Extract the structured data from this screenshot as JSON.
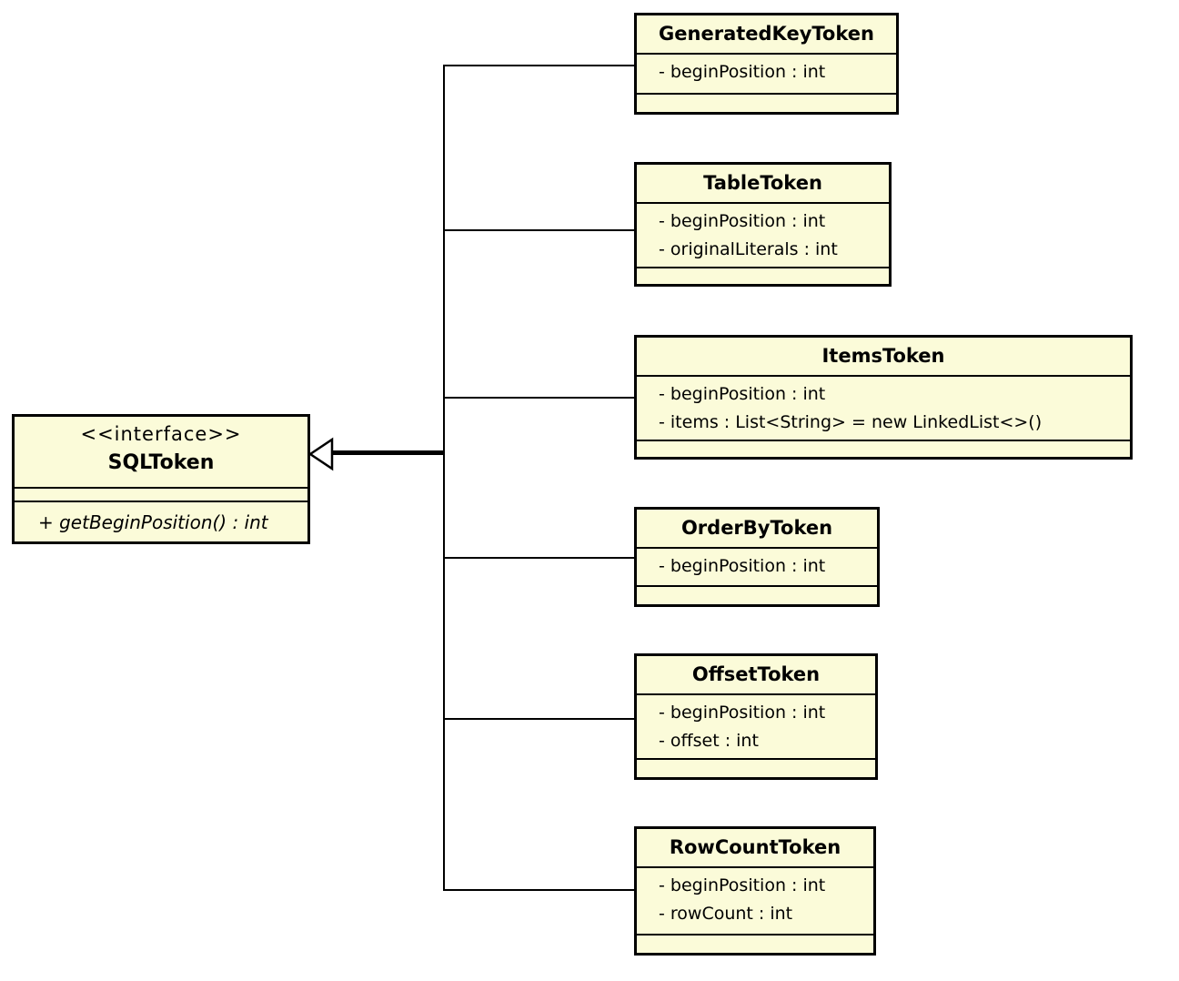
{
  "diagram": {
    "type": "uml-class-diagram",
    "colors": {
      "box_fill": "#fbfbd9",
      "box_border": "#000000",
      "background": "#ffffff"
    },
    "relationship": "realization (hollow triangle arrow from subclasses trunk to interface)",
    "interface": {
      "stereotype": "<<interface>>",
      "name": "SQLToken",
      "attributes": [],
      "methods": [
        "+ getBeginPosition() : int"
      ]
    },
    "classes": [
      {
        "name": "GeneratedKeyToken",
        "attributes": [
          "- beginPosition : int"
        ]
      },
      {
        "name": "TableToken",
        "attributes": [
          "- beginPosition : int",
          "- originalLiterals : int"
        ]
      },
      {
        "name": "ItemsToken",
        "attributes": [
          "- beginPosition : int",
          "- items : List<String> = new LinkedList<>()"
        ]
      },
      {
        "name": "OrderByToken",
        "attributes": [
          "- beginPosition : int"
        ]
      },
      {
        "name": "OffsetToken",
        "attributes": [
          "- beginPosition : int",
          "- offset : int"
        ]
      },
      {
        "name": "RowCountToken",
        "attributes": [
          "- beginPosition : int",
          "- rowCount : int"
        ]
      }
    ]
  }
}
